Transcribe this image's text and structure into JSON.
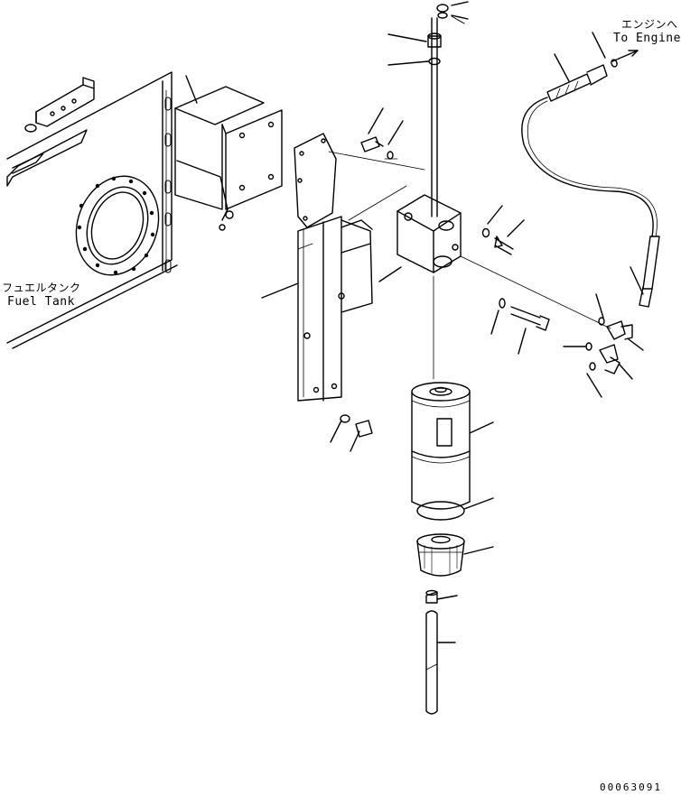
{
  "labels": {
    "engine_jp": "エンジンへ",
    "engine_en": "To Engine",
    "tank_jp": "フュエルタンク",
    "tank_en": "Fuel Tank"
  },
  "drawing_code": "00063091"
}
